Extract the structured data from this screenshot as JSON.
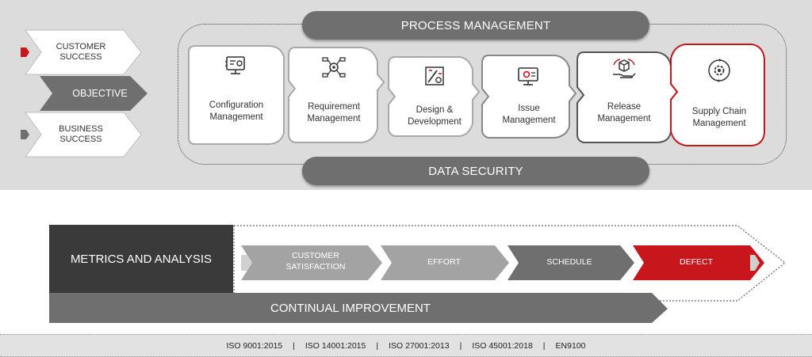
{
  "objectives": {
    "customer_success": "CUSTOMER\nSUCCESS",
    "objective": "OBJECTIVE",
    "business_success": "BUSINESS\nSUCCESS"
  },
  "process_management": "PROCESS MANAGEMENT",
  "data_security": "DATA SECURITY",
  "stages": [
    {
      "label": "Configuration\nManagement",
      "icon": "monitor-gear-icon"
    },
    {
      "label": "Requirement\nManagement",
      "icon": "network-gear-icon"
    },
    {
      "label": "Design &\nDevelopment",
      "icon": "design-tools-icon"
    },
    {
      "label": "Issue\nManagement",
      "icon": "monitor-bug-icon"
    },
    {
      "label": "Release\nManagement",
      "icon": "hand-box-icon"
    },
    {
      "label": "Supply Chain\nManagement",
      "icon": "gear-cycle-icon"
    }
  ],
  "metrics": {
    "title": "METRICS AND ANALYSIS",
    "items": [
      {
        "label": "CUSTOMER\nSATISFACTION"
      },
      {
        "label": "EFFORT"
      },
      {
        "label": "SCHEDULE"
      },
      {
        "label": "DEFECT"
      }
    ],
    "continual": "CONTINUAL IMPROVEMENT"
  },
  "standards": [
    "ISO 9001:2015",
    "ISO 14001:2015",
    "ISO 27001:2013",
    "ISO 45001:2018",
    "EN9100"
  ],
  "colors": {
    "accent_red": "#c8161d",
    "dark_gray": "#3a3a3a",
    "mid_gray": "#6f6f6f"
  }
}
